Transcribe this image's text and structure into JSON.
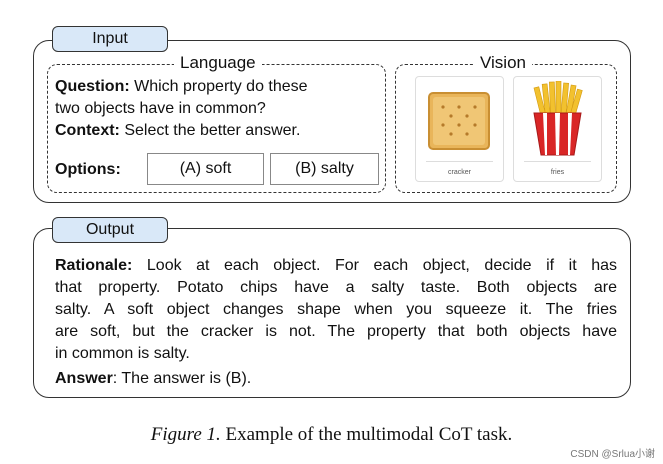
{
  "input": {
    "tag": "Input",
    "language": {
      "title": "Language",
      "question_label": "Question:",
      "question_line1": "Which property do these",
      "question_line2": "two objects have in common?",
      "context_label": "Context:",
      "context_text": "Select the better answer.",
      "options_label": "Options:",
      "options": [
        "(A) soft",
        "(B) salty"
      ]
    },
    "vision": {
      "title": "Vision",
      "images": [
        {
          "caption": "cracker",
          "icon": "cracker-icon"
        },
        {
          "caption": "fries",
          "icon": "fries-icon"
        }
      ]
    }
  },
  "output": {
    "tag": "Output",
    "rationale_label": "Rationale:",
    "rationale_lines": [
      "Look at each object. For each object, decide if it has",
      "that property. Potato chips have a salty taste. Both objects are",
      "salty. A soft object changes shape when you squeeze it. The fries",
      "are soft, but the cracker is not. The property that both objects have",
      "in common is salty."
    ],
    "answer_label": "Answer",
    "answer_text": ": The answer is (B)."
  },
  "caption": {
    "figure_label": "Figure 1.",
    "text": "Example of the multimodal CoT task."
  },
  "watermark": "CSDN @Srlua小谢",
  "colors": {
    "tag_fill": "#d9e8f8",
    "cracker": "#e9b55a",
    "fries": "#f2c12e",
    "fries_box": "#d92626"
  }
}
